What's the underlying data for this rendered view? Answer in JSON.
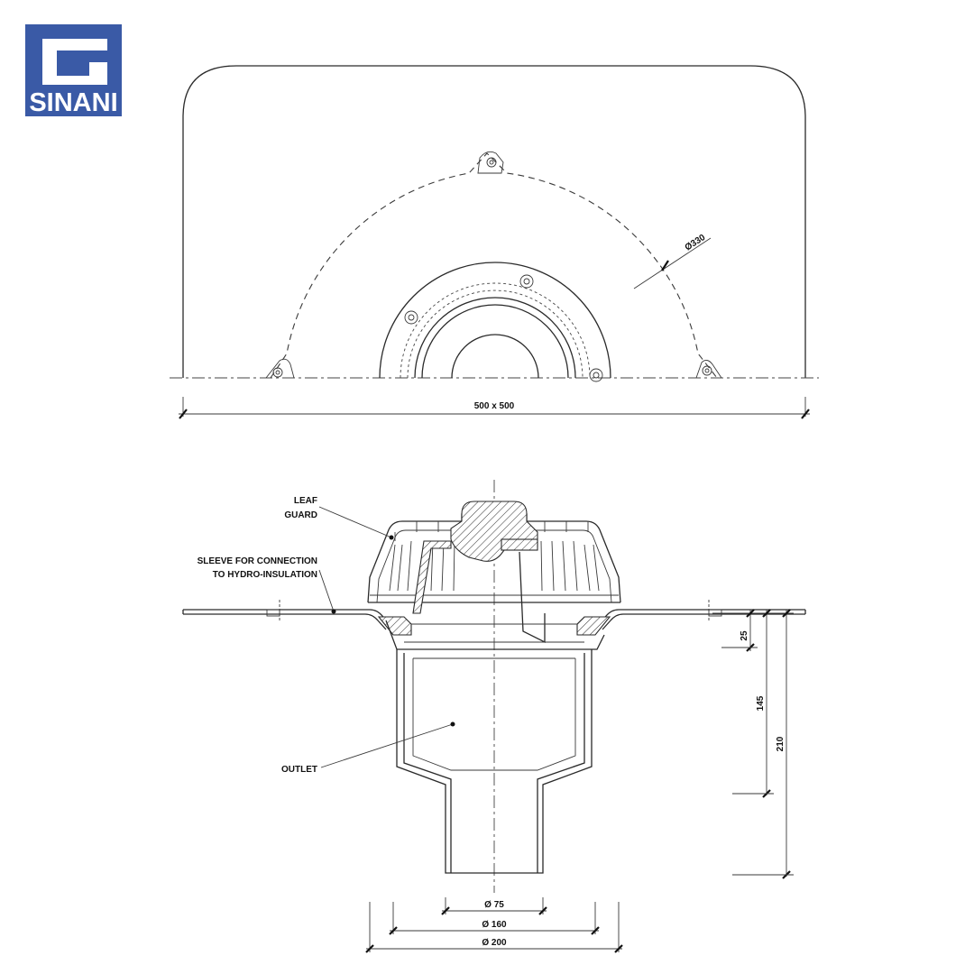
{
  "logo": {
    "text": "SINANI",
    "color": "#3a5aa6"
  },
  "top_view": {
    "radius_label": "Ø330",
    "width_label": "500 x 500"
  },
  "section_view": {
    "labels": {
      "leaf_guard_line1": "LEAF",
      "leaf_guard_line2": "GUARD",
      "sleeve_line1": "SLEEVE FOR CONNECTION",
      "sleeve_line2": "TO HYDRO-INSULATION",
      "outlet": "OUTLET"
    },
    "dimensions": {
      "d25": "25",
      "d145": "145",
      "d210": "210",
      "dia75": "Ø 75",
      "dia160": "Ø 160",
      "dia200": "Ø 200"
    }
  },
  "colors": {
    "line": "#2a2a2a",
    "brand": "#3a5aa6"
  }
}
